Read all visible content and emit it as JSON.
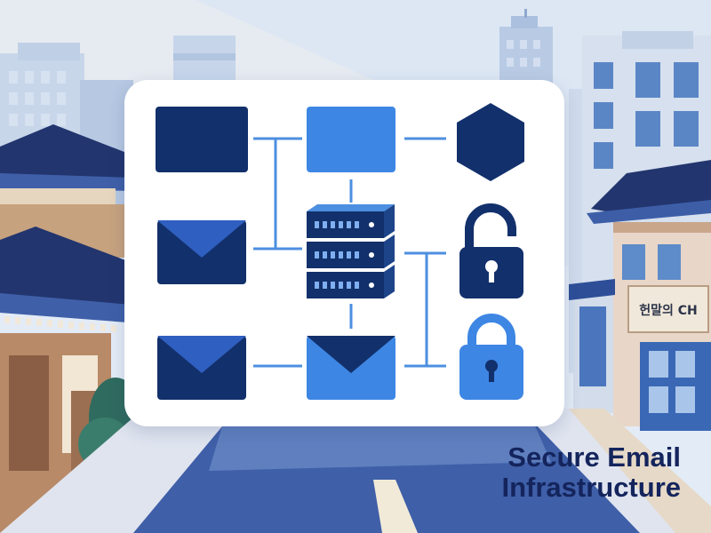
{
  "title": {
    "line1": "Secure Email",
    "line2": "Infrastructure"
  },
  "signboard": {
    "text": "헌말의 CH"
  },
  "colors": {
    "dark_navy": "#12306b",
    "medium_blue": "#3d86e4",
    "connector_blue": "#4c8fe0",
    "card_bg": "#ffffff",
    "title_color": "#14245c",
    "roof_navy": "#22356e"
  },
  "icons": [
    "dark-panel-icon",
    "light-panel-icon",
    "hexagon-icon",
    "envelope-icon",
    "server-stack-icon",
    "padlock-open-icon",
    "envelope-icon",
    "envelope-icon",
    "padlock-closed-icon"
  ]
}
